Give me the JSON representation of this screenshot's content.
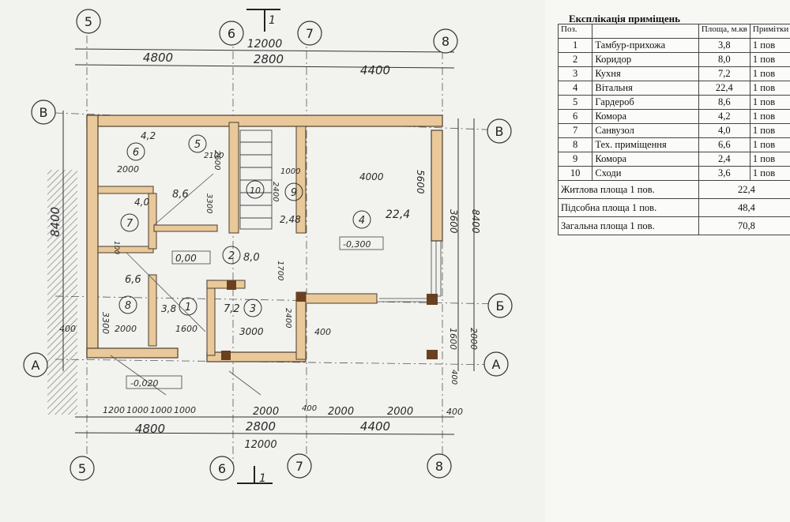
{
  "plan": {
    "top_total": "12000",
    "bottom_total": "12000",
    "top_spans": [
      "4800",
      "2800",
      "4400"
    ],
    "bottom_spans": [
      "4800",
      "2800",
      "4400"
    ],
    "bottom_small": [
      "1200",
      "1000",
      "1000",
      "1000",
      "2000",
      "400",
      "2000",
      "2000",
      "400"
    ],
    "section_mark": "1",
    "axes_vertical": [
      "5",
      "6",
      "7",
      "8"
    ],
    "axes_horizontal": [
      "В",
      "Б",
      "А"
    ],
    "left_height": "8400",
    "right_heights": [
      "5600",
      "3600",
      "8400",
      "1600",
      "2000",
      "400"
    ],
    "levels": [
      "-0,300",
      "0,00",
      "-0,020"
    ],
    "room_marks": [
      {
        "num": "1",
        "area": "3,8"
      },
      {
        "num": "2",
        "area": "8,0"
      },
      {
        "num": "3",
        "area": "7,2"
      },
      {
        "num": "4",
        "area": "22,4"
      },
      {
        "num": "5",
        "area": "8,6"
      },
      {
        "num": "6",
        "area": "4,2"
      },
      {
        "num": "7",
        "area": "4,0"
      },
      {
        "num": "8",
        "area": "6,6"
      },
      {
        "num": "9",
        "area": "2,48"
      },
      {
        "num": "10",
        "area": ""
      }
    ],
    "inner_dims": [
      "2000",
      "2100",
      "3300",
      "2600",
      "3300",
      "1000",
      "2400",
      "1700",
      "2400",
      "4000",
      "3000",
      "1600",
      "2000",
      "400",
      "100",
      "400"
    ],
    "colors": {
      "wall_fill": "#e9c99a",
      "wall_stroke": "#5a4a38",
      "paper": "#f2f2ef",
      "ink": "#2a2a2a"
    }
  },
  "table": {
    "title": "Експлікація приміщень",
    "headers": {
      "no": "Поз.",
      "name": "",
      "area": "Площа, м.кв",
      "note": "Примітки"
    },
    "rows": [
      {
        "no": "1",
        "name": "Тамбур-прихожа",
        "area": "3,8",
        "note": "1 пов"
      },
      {
        "no": "2",
        "name": "Коридор",
        "area": "8,0",
        "note": "1 пов"
      },
      {
        "no": "3",
        "name": "Кухня",
        "area": "7,2",
        "note": "1 пов"
      },
      {
        "no": "4",
        "name": "Вітальня",
        "area": "22,4",
        "note": "1 пов"
      },
      {
        "no": "5",
        "name": "Гардероб",
        "area": "8,6",
        "note": "1 пов"
      },
      {
        "no": "6",
        "name": "Комора",
        "area": "4,2",
        "note": "1 пов"
      },
      {
        "no": "7",
        "name": "Санвузол",
        "area": "4,0",
        "note": "1 пов"
      },
      {
        "no": "8",
        "name": "Тех. приміщення",
        "area": "6,6",
        "note": "1 пов"
      },
      {
        "no": "9",
        "name": "Комора",
        "area": "2,4",
        "note": "1 пов"
      },
      {
        "no": "10",
        "name": "Сходи",
        "area": "3,6",
        "note": "1 пов"
      }
    ],
    "summary": [
      {
        "label": "Житлова площа 1 пов.",
        "value": "22,4"
      },
      {
        "label": "Підсобна площа 1 пов.",
        "value": "48,4"
      },
      {
        "label": "Загальна площа 1 пов.",
        "value": "70,8"
      }
    ]
  }
}
